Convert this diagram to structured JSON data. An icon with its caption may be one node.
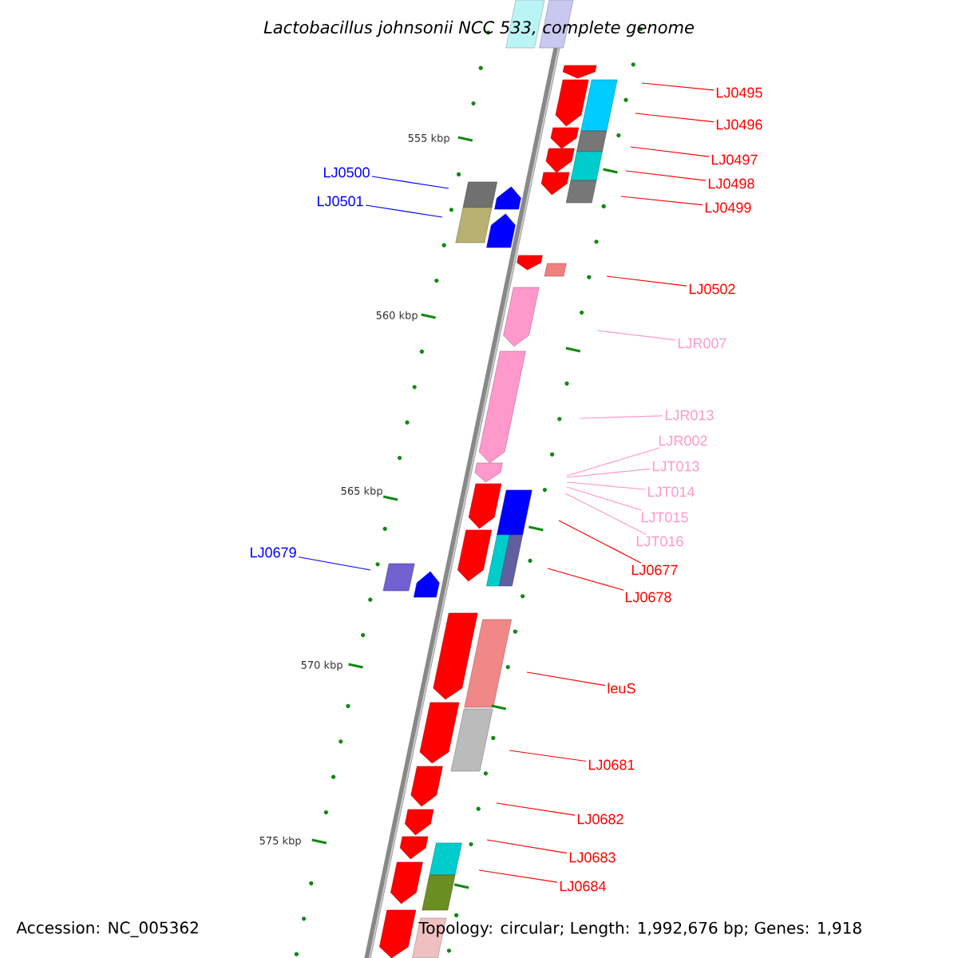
{
  "diagram": {
    "title": "Lactobacillus johnsonii NCC 533, complete genome",
    "nodes": [
      {
        "text": [
          "LJ0495"
        ]
      },
      {
        "text": [
          "LJ0496"
        ]
      },
      {
        "text": [
          "LJ0497"
        ]
      },
      {
        "text": [
          "LJ0498"
        ]
      },
      {
        "text": [
          "LJ0499"
        ]
      },
      {
        "text": [
          "LJ0500"
        ]
      },
      {
        "text": [
          "LJ0501"
        ]
      },
      {
        "text": [
          "LJ0502"
        ]
      },
      {
        "text": [
          "LJR007"
        ]
      },
      {
        "text": [
          "LJR013"
        ]
      },
      {
        "text": [
          "LJR002"
        ]
      },
      {
        "text": [
          "LJT013"
        ]
      },
      {
        "text": [
          "LJT014"
        ]
      },
      {
        "text": [
          "LJT015"
        ]
      },
      {
        "text": [
          "LJT016"
        ]
      },
      {
        "text": [
          "LJ0677"
        ]
      },
      {
        "text": [
          "LJ0678"
        ]
      },
      {
        "text": [
          "LJ0679"
        ]
      },
      {
        "text": [
          "leuS"
        ]
      },
      {
        "text": [
          "LJ0681"
        ]
      },
      {
        "text": [
          "LJ0682"
        ]
      },
      {
        "text": [
          "LJ0683"
        ]
      },
      {
        "text": [
          "LJ0684"
        ]
      }
    ],
    "edges": [
      {
        "from": 0,
        "to": null,
        "arrow": "none"
      },
      {
        "from": 1,
        "to": null,
        "arrow": "none"
      },
      {
        "from": 2,
        "to": null,
        "arrow": "none"
      },
      {
        "from": 3,
        "to": null,
        "arrow": "none"
      },
      {
        "from": 4,
        "to": null,
        "arrow": "none"
      },
      {
        "from": 5,
        "to": null,
        "arrow": "none",
        "color": "#0000ff"
      },
      {
        "from": 6,
        "to": null,
        "arrow": "none",
        "color": "#0000ff"
      },
      {
        "from": 7,
        "to": null,
        "arrow": "none"
      },
      {
        "from": 8,
        "to": null,
        "arrow": "none",
        "color": "#ff99cc"
      },
      {
        "from": 9,
        "to": null,
        "arrow": "none",
        "color": "#ff99cc"
      },
      {
        "from": 10,
        "to": null,
        "arrow": "none",
        "color": "#ff99cc"
      },
      {
        "from": 11,
        "to": null,
        "arrow": "none",
        "color": "#ff99cc"
      },
      {
        "from": 12,
        "to": null,
        "arrow": "none",
        "color": "#ff99cc"
      },
      {
        "from": 13,
        "to": null,
        "arrow": "none",
        "color": "#ff99cc"
      },
      {
        "from": 14,
        "to": null,
        "arrow": "none",
        "color": "#ff99cc"
      },
      {
        "from": 15,
        "to": null,
        "arrow": "none"
      },
      {
        "from": 16,
        "to": null,
        "arrow": "none"
      },
      {
        "from": 17,
        "to": null,
        "arrow": "none",
        "color": "#0000ff"
      },
      {
        "from": 18,
        "to": null,
        "arrow": "none"
      },
      {
        "from": 19,
        "to": null,
        "arrow": "none"
      },
      {
        "from": 20,
        "to": null,
        "arrow": "none"
      },
      {
        "from": 21,
        "to": null,
        "arrow": "none"
      },
      {
        "from": 22,
        "to": null,
        "arrow": "none"
      }
    ],
    "labels": [
      "555 kbp",
      "560 kbp",
      "565 kbp",
      "570 kbp",
      "575 kbp",
      "Accession: NC_005362",
      "Topology: circular; Length: 1,992,676 bp; Genes: 1,918"
    ]
  }
}
